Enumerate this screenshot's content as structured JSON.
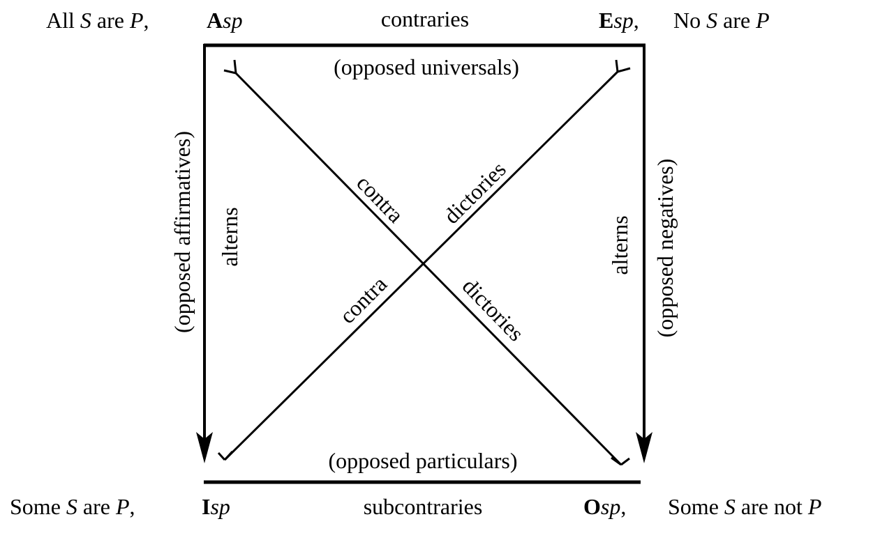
{
  "corners": {
    "top_left": {
      "statement_prefix": "All ",
      "S": "S",
      "are": " are ",
      "P": "P",
      "sep": ",",
      "letter": "A",
      "sub": "sp"
    },
    "top_right": {
      "letter": "E",
      "sub": "sp",
      "sep": ",",
      "statement_prefix": "No ",
      "S": "S",
      "are": " are ",
      "P": "P"
    },
    "bottom_left": {
      "statement_prefix": "Some ",
      "S": "S",
      "are": " are ",
      "P": "P",
      "sep": ",",
      "letter": "I",
      "sub": "sp"
    },
    "bottom_right": {
      "letter": "O",
      "sub": "sp",
      "sep": ",",
      "statement_prefix": "Some ",
      "S": "S",
      "are": " are not ",
      "P": "P"
    }
  },
  "edges": {
    "top": {
      "name": "contraries",
      "note": "(opposed universals)"
    },
    "bottom": {
      "name": "subcontraries",
      "note": "(opposed particulars)"
    },
    "left": {
      "name": "alterns",
      "note": "(opposed affirmatives)"
    },
    "right": {
      "name": "alterns",
      "note": "(opposed negatives)"
    }
  },
  "diagonals": {
    "rising_upper": "dictories",
    "rising_lower": "contra",
    "falling_upper": "contra",
    "falling_lower": "dictories"
  }
}
